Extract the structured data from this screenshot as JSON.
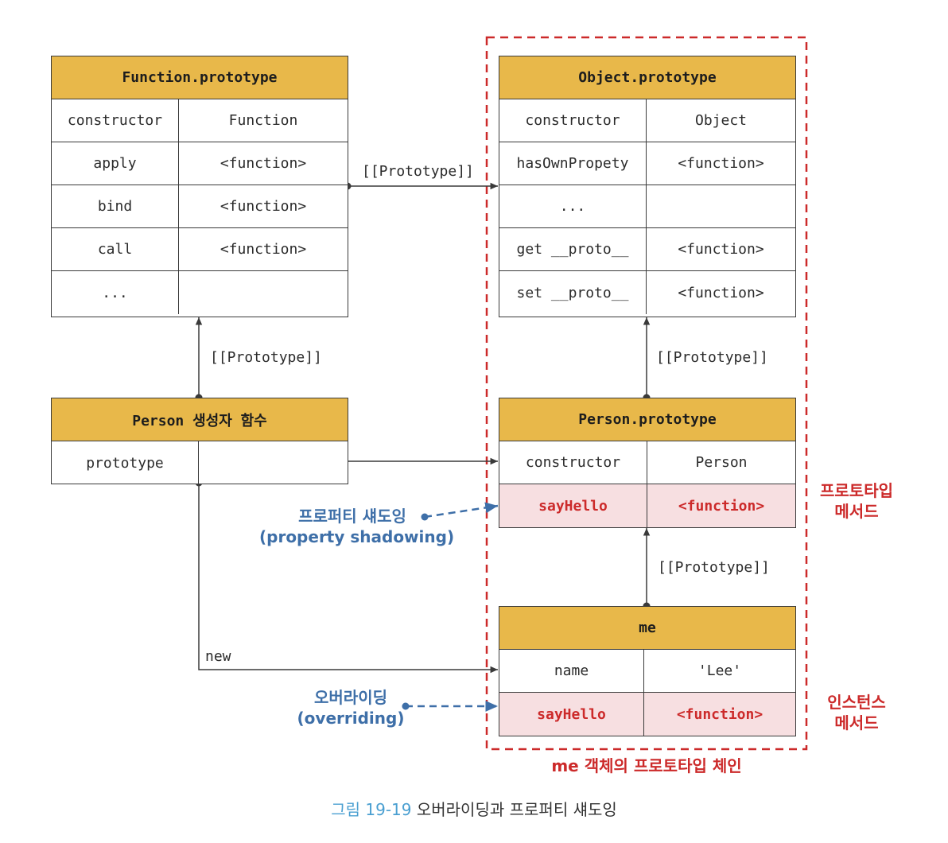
{
  "objects": {
    "function_prototype": {
      "title": "Function.prototype",
      "rows": [
        {
          "key": "constructor",
          "value": "Function"
        },
        {
          "key": "apply",
          "value": "<function>"
        },
        {
          "key": "bind",
          "value": "<function>"
        },
        {
          "key": "call",
          "value": "<function>"
        },
        {
          "key": "...",
          "value": ""
        }
      ]
    },
    "object_prototype": {
      "title": "Object.prototype",
      "rows": [
        {
          "key": "constructor",
          "value": "Object"
        },
        {
          "key": "hasOwnPropety",
          "value": "<function>"
        },
        {
          "key": "...",
          "value": ""
        },
        {
          "key": "get __proto__",
          "value": "<function>"
        },
        {
          "key": "set __proto__",
          "value": "<function>"
        }
      ]
    },
    "person_constructor": {
      "title": "Person 생성자 함수",
      "rows": [
        {
          "key": "prototype",
          "value": ""
        }
      ]
    },
    "person_prototype": {
      "title": "Person.prototype",
      "rows": [
        {
          "key": "constructor",
          "value": "Person"
        },
        {
          "key": "sayHello",
          "value": "<function>"
        }
      ]
    },
    "me": {
      "title": "me",
      "rows": [
        {
          "key": "name",
          "value": "'Lee'"
        },
        {
          "key": "sayHello",
          "value": "<function>"
        }
      ]
    }
  },
  "edges": {
    "func_to_object": "[[Prototype]]",
    "person_ctor_to_func": "[[Prototype]]",
    "person_proto_to_object": "[[Prototype]]",
    "me_to_person_proto": "[[Prototype]]",
    "new_label": "new"
  },
  "annotations": {
    "property_shadowing_ko": "프로퍼티 섀도잉",
    "property_shadowing_en": "(property shadowing)",
    "overriding_ko": "오버라이딩",
    "overriding_en": "(overriding)",
    "prototype_method_line1": "프로토타입",
    "prototype_method_line2": "메서드",
    "instance_method_line1": "인스턴스",
    "instance_method_line2": "메서드",
    "chain_label": "me 객체의 프로토타입 체인"
  },
  "caption": {
    "figure_no": "그림 19-19",
    "text": "오버라이딩과 프로퍼티 섀도잉"
  },
  "colors": {
    "header": "#e8b84a",
    "highlight_row": "#f7dfe1",
    "accent_red": "#cc2a2a",
    "accent_blue": "#3e6fa8",
    "caption_blue": "#4a9fd1"
  }
}
